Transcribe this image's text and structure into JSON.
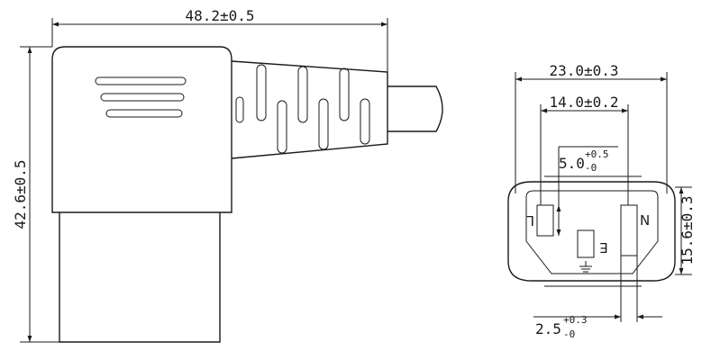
{
  "left_view": {
    "width_dim": "48.2±0.5",
    "height_dim": "42.6±0.5"
  },
  "right_view": {
    "outer_width_dim": "23.0±0.3",
    "pin_spacing_dim": "14.0±0.2",
    "pin_length_dim": "5.0",
    "pin_length_tol_plus": "+0.5",
    "pin_length_tol_minus": "-0",
    "height_dim": "15.6±0.3",
    "pin_width_dim": "2.5",
    "pin_width_tol_plus": "+0.3",
    "pin_width_tol_minus": "-0",
    "pin_labels": {
      "line": "L",
      "neutral": "N",
      "earth": "E"
    }
  }
}
